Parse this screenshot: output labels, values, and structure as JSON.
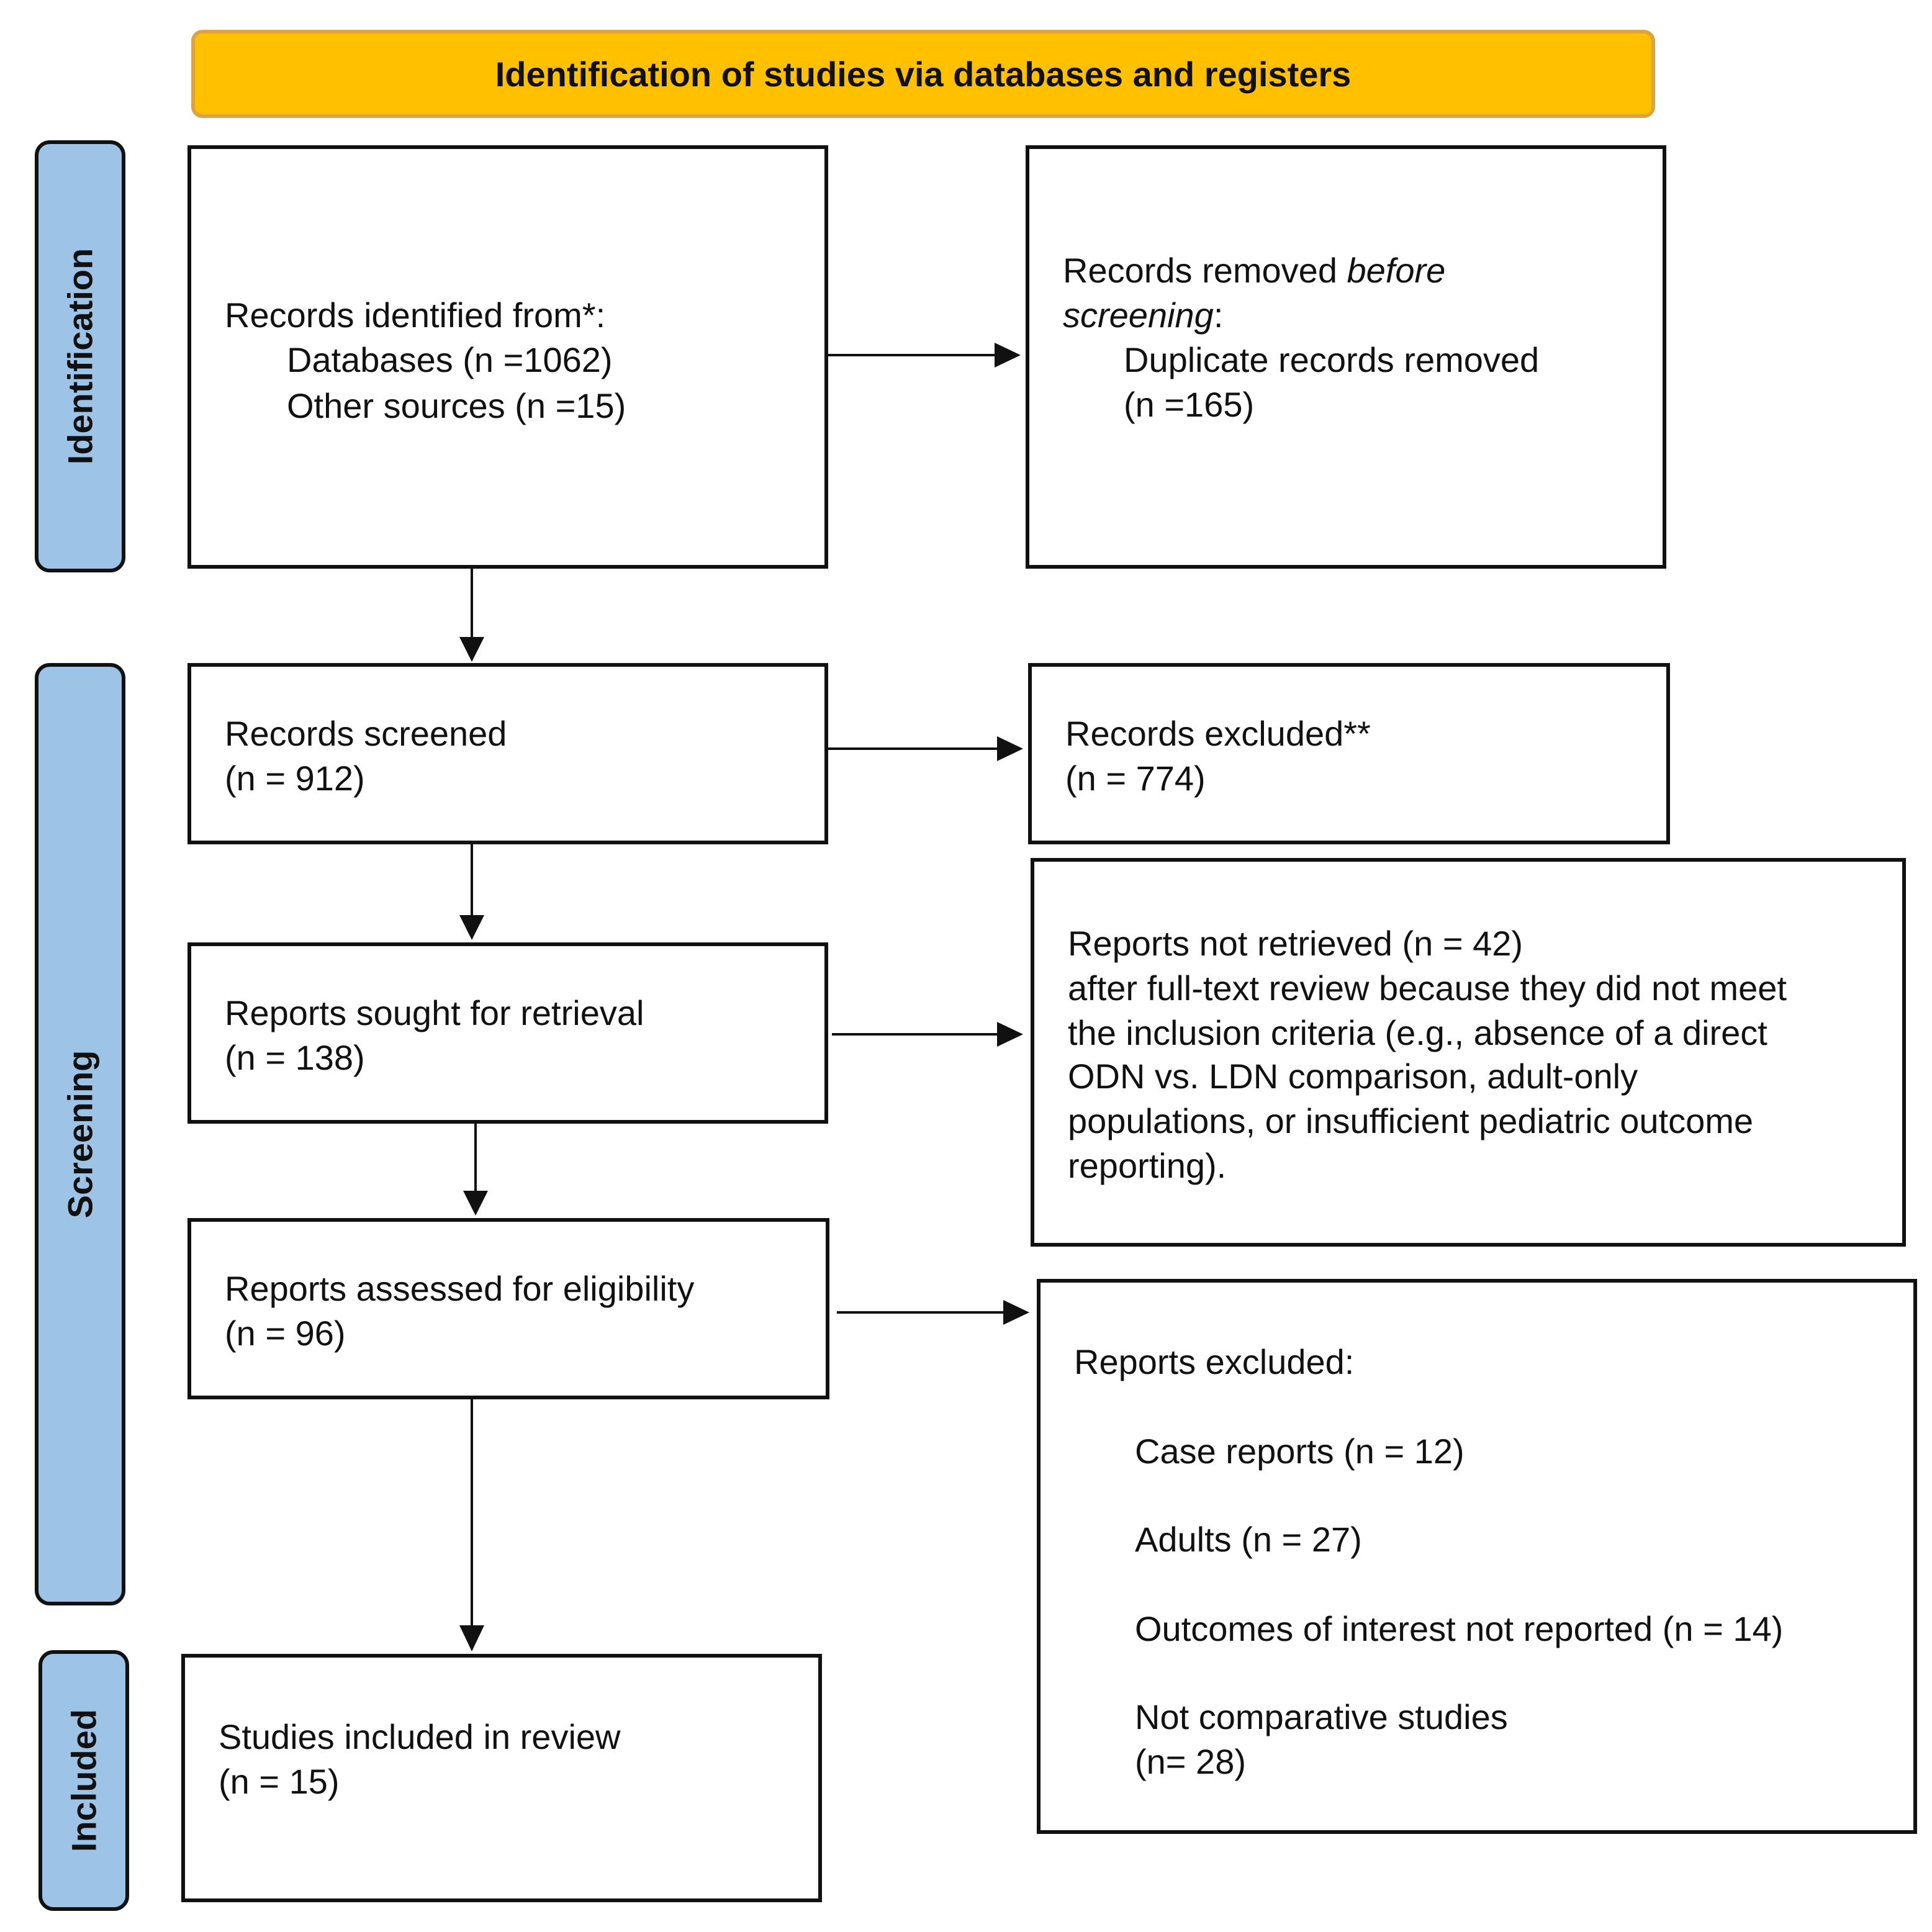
{
  "colors": {
    "header_fill": "#FFC000",
    "side_fill": "#9DC3E6",
    "border": "#111111"
  },
  "header": {
    "title": "Identification of studies via databases and registers"
  },
  "phases": {
    "identification": "Identification",
    "screening": "Screening",
    "included": "Included"
  },
  "boxes": {
    "identified": {
      "heading": "Records identified from*:",
      "line1": "Databases (n =1062)",
      "line2": "Other sources (n =15)"
    },
    "removed": {
      "heading_a": "Records removed ",
      "heading_b": "before",
      "heading_c": "screening",
      "heading_d": ":",
      "line1": "Duplicate records removed",
      "line2": "(n =165)"
    },
    "screened": {
      "line1": "Records screened",
      "line2": "(n = 912)"
    },
    "excluded": {
      "line1": "Records excluded**",
      "line2": "(n = 774)"
    },
    "sought": {
      "line1": "Reports sought for retrieval",
      "line2": "(n = 138)"
    },
    "not_retrieved": {
      "line1": "Reports not retrieved (n = 42)",
      "line2": "after full-text review because they did not meet",
      "line3": "the inclusion criteria (e.g., absence of a direct",
      "line4": "ODN vs. LDN comparison, adult-only",
      "line5": "populations, or insufficient pediatric outcome",
      "line6": "reporting)."
    },
    "assessed": {
      "line1": "Reports assessed for eligibility",
      "line2": "(n = 96)"
    },
    "reports_excluded": {
      "heading": "Reports excluded:",
      "item1": "Case reports (n = 12)",
      "item2": "Adults (n = 27)",
      "item3": "Outcomes of interest not reported (n = 14)",
      "item4a": "Not comparative studies",
      "item4b": "(n= 28)"
    },
    "included": {
      "line1": "Studies included in review",
      "line2": "(n = 15)"
    }
  }
}
